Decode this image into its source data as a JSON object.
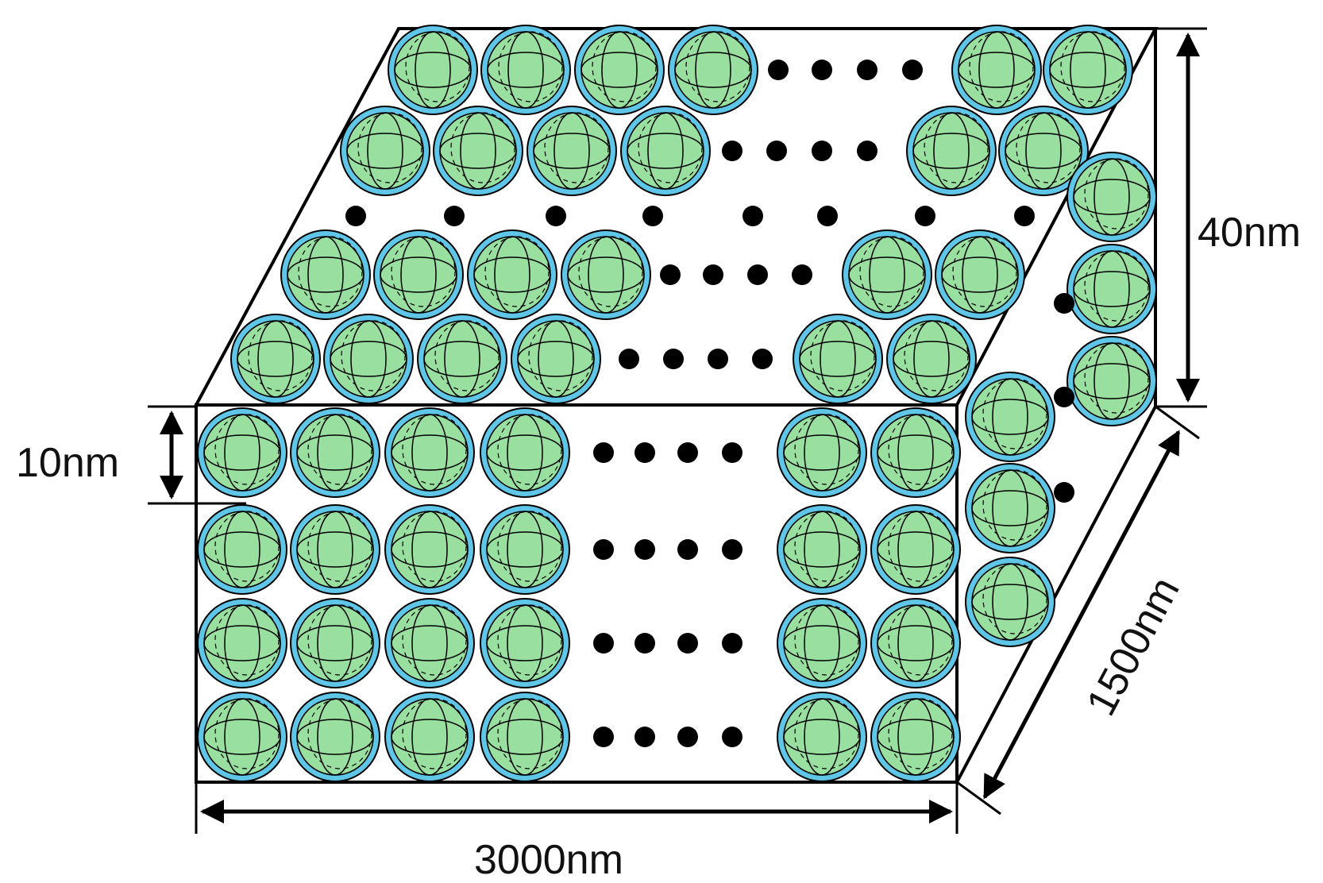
{
  "labels": {
    "height_dim": "40nm",
    "particle_dim": "10nm",
    "length_dim": "3000nm",
    "depth_dim": "1500nm"
  },
  "colors": {
    "particle_core": "#99e0a0",
    "particle_shell": "#5fc6e8",
    "outline": "#000000",
    "background": "#ffffff"
  }
}
